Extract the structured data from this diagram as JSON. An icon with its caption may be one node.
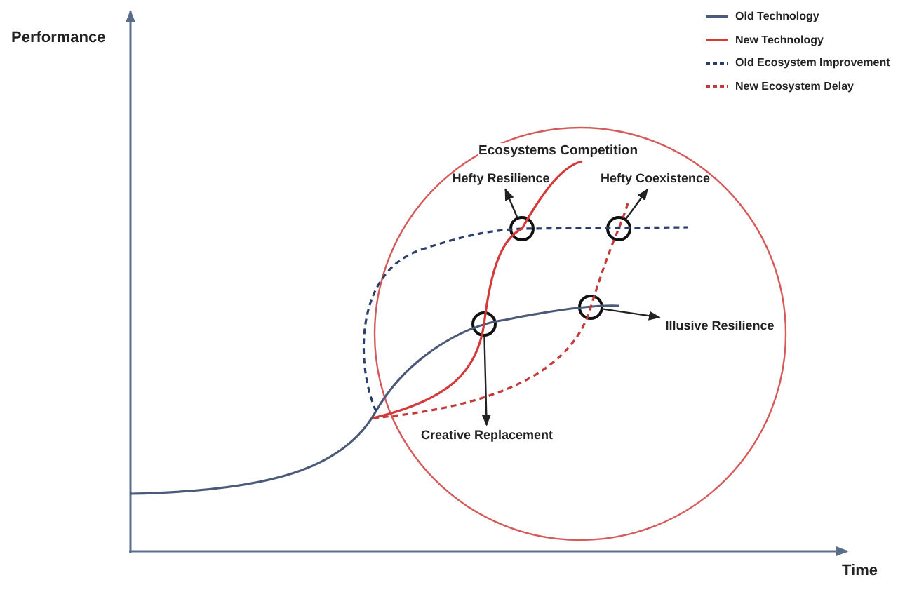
{
  "diagram": {
    "nodes": [
      {
        "text": [
          "Ecosystems Competition"
        ]
      },
      {
        "text": [
          "Hefty Resilience"
        ],
        "in": 0
      },
      {
        "text": [
          "Hefty Coexistence"
        ],
        "in": 0
      },
      {
        "text": [],
        "shape": "circle",
        "in": 0
      },
      {
        "text": [],
        "shape": "circle",
        "in": 0
      },
      {
        "text": [],
        "shape": "circle",
        "in": 0
      },
      {
        "text": [],
        "shape": "circle",
        "in": 0
      },
      {
        "text": [
          "Illusive Resilience"
        ],
        "in": 0
      },
      {
        "text": [
          "Creative Replacement"
        ],
        "in": 0
      }
    ],
    "edges": [
      {
        "from": 4,
        "to": 1,
        "arrow": "to"
      },
      {
        "from": 6,
        "to": 2,
        "arrow": "to"
      },
      {
        "from": 5,
        "to": 7,
        "arrow": "to"
      },
      {
        "from": 3,
        "to": 8,
        "arrow": "to"
      }
    ],
    "labels": [
      "Performance",
      "Time"
    ],
    "legend": [
      {
        "text": "Old Technology"
      },
      {
        "text": "New Technology"
      },
      {
        "text": "Old Ecosystem Improvement"
      },
      {
        "text": "New Ecosystem Delay"
      }
    ]
  }
}
